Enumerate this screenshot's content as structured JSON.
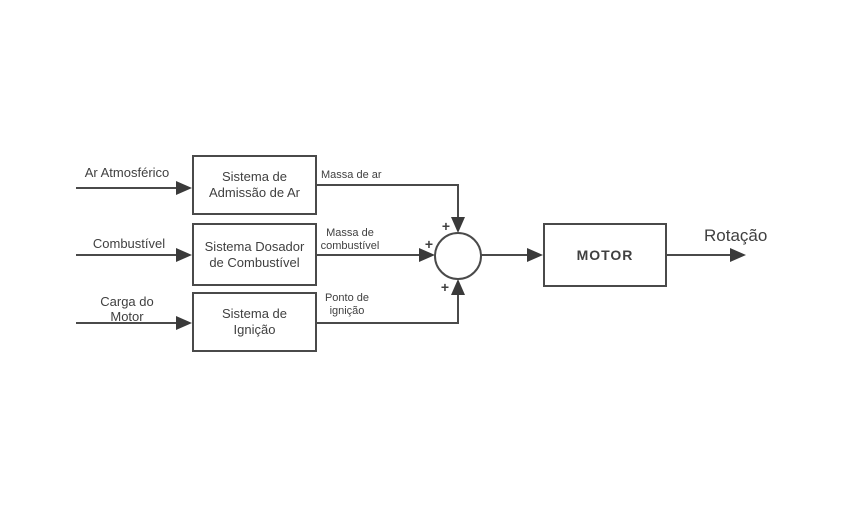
{
  "diagram": {
    "inputs": [
      {
        "line1": "Ar Atmosférico",
        "line2": ""
      },
      {
        "line1": "Combustível",
        "line2": ""
      },
      {
        "line1": "Carga do",
        "line2": "Motor"
      }
    ],
    "blocks": [
      {
        "line1": "Sistema de",
        "line2": "Admissão de Ar"
      },
      {
        "line1": "Sistema Dosador",
        "line2": "de Combustível"
      },
      {
        "line1": "Sistema de",
        "line2": "Ignição"
      },
      {
        "line1": "MOTOR",
        "line2": ""
      }
    ],
    "signals": [
      {
        "line1": "Massa de ar",
        "line2": ""
      },
      {
        "line1": "Massa de",
        "line2": "combustível"
      },
      {
        "line1": "Ponto de",
        "line2": "ignição"
      }
    ],
    "summing_junction": {
      "sign_top": "+",
      "sign_left": "+",
      "sign_bottom": "+"
    },
    "output": {
      "label": "Rotação"
    },
    "colors": {
      "line": "#4a4a4a",
      "text": "#404040",
      "background": "#ffffff"
    }
  }
}
